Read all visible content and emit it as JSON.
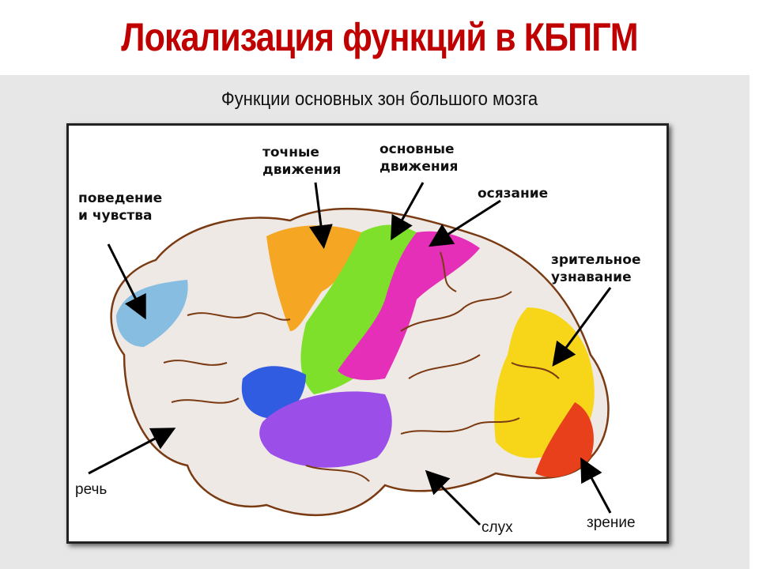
{
  "slide": {
    "title": "Локализация функций в КБПГМ",
    "title_color": "#c00000"
  },
  "figure": {
    "title": "Функции основных зон большого мозга",
    "labels": {
      "behavior_line1": "поведение",
      "behavior_line2": "и чувства",
      "fine_movements_line1": "точные",
      "fine_movements_line2": "движения",
      "main_movements_line1": "основные",
      "main_movements_line2": "движения",
      "touch": "осязание",
      "visual_recognition_line1": "зрительное",
      "visual_recognition_line2": "узнавание",
      "speech": "речь",
      "hearing": "слух",
      "vision": "зрение"
    },
    "zone_colors": {
      "behavior": "#7ab8e0",
      "fine_movements": "#f5a623",
      "main_movements": "#7ee02a",
      "touch": "#e62fb8",
      "visual_recognition": "#f7d61a",
      "vision": "#e8401a",
      "speech": "#2f5ce0",
      "hearing": "#9b4fe8"
    }
  }
}
